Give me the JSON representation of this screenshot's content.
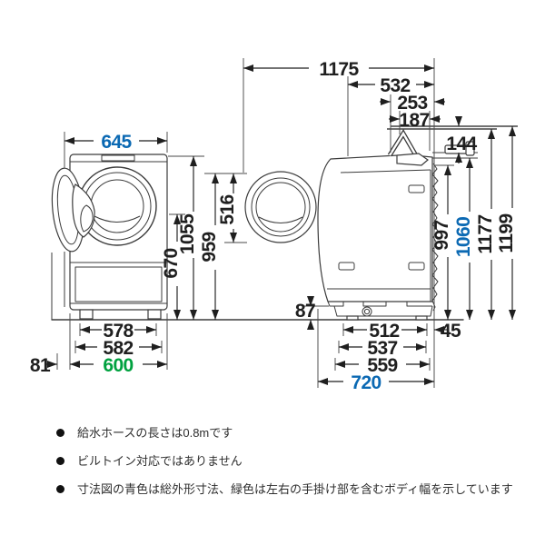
{
  "colors": {
    "blue": "#0b69b3",
    "green": "#00a13f",
    "line": "#3b3b3b",
    "dim_text": "#1f1f1f"
  },
  "front_view": {
    "width_overall": "645",
    "height_overall": "1055",
    "height_door_top": "959",
    "height_door_center": "670",
    "width_feet": "578",
    "width_base": "582",
    "width_body": "600",
    "door_offset": "81"
  },
  "side_view": {
    "depth_overall": "1175",
    "depth_top": "532",
    "hose_depth_outer": "253",
    "hose_depth_inner": "187",
    "hose_clearance": "144",
    "door_diameter": "516",
    "height_back_panel": "997",
    "height_inlet": "1060",
    "height_hose_outer": "1177",
    "height_hose_top": "1199",
    "base_height": "87",
    "depth_feet": "512",
    "back_clearance": "45",
    "depth_base": "537",
    "depth_lower_body": "559",
    "depth_body": "720"
  },
  "notes": [
    {
      "text": "給水ホースの長さは0.8mです"
    },
    {
      "text": "ビルトイン対応ではありません"
    },
    {
      "text": "寸法図の青色は総外形寸法、緑色は左右の手掛け部を含むボディ幅を示しています"
    }
  ]
}
